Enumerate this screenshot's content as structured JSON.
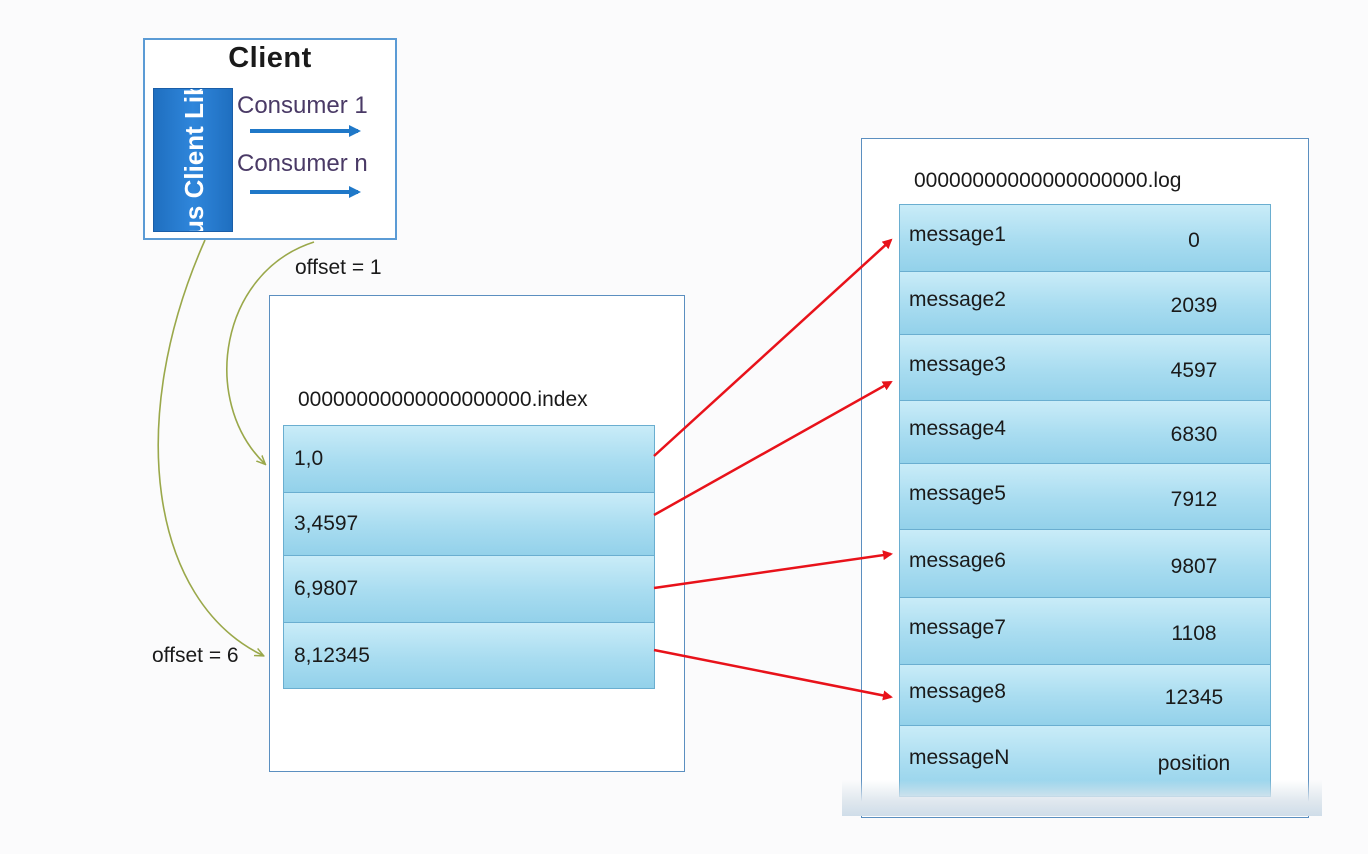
{
  "client": {
    "title": "Client",
    "lib_label": "us Client Lib",
    "consumers": [
      "Consumer 1",
      "Consumer n"
    ]
  },
  "offsets": {
    "offset_1": "offset = 1",
    "offset_6": "offset = 6"
  },
  "index": {
    "filename": "00000000000000000000.index",
    "entries": [
      "1,0",
      "3,4597",
      "6,9807",
      "8,12345"
    ]
  },
  "log": {
    "filename": "00000000000000000000.log",
    "rows": [
      {
        "message": "message1",
        "position": "0"
      },
      {
        "message": "message2",
        "position": "2039"
      },
      {
        "message": "message3",
        "position": "4597"
      },
      {
        "message": "message4",
        "position": "6830"
      },
      {
        "message": "message5",
        "position": "7912"
      },
      {
        "message": "message6",
        "position": "9807"
      },
      {
        "message": "message7",
        "position": "1108"
      },
      {
        "message": "message8",
        "position": "12345"
      },
      {
        "message": "messageN",
        "position": "position"
      }
    ]
  },
  "colors": {
    "pointer_arrow": "#e8121a",
    "offset_curve": "#9aa84a",
    "consumer_arrow": "#1f78c8",
    "row_fill": "#a8dcf0",
    "client_lib": "#2a7fd4"
  }
}
